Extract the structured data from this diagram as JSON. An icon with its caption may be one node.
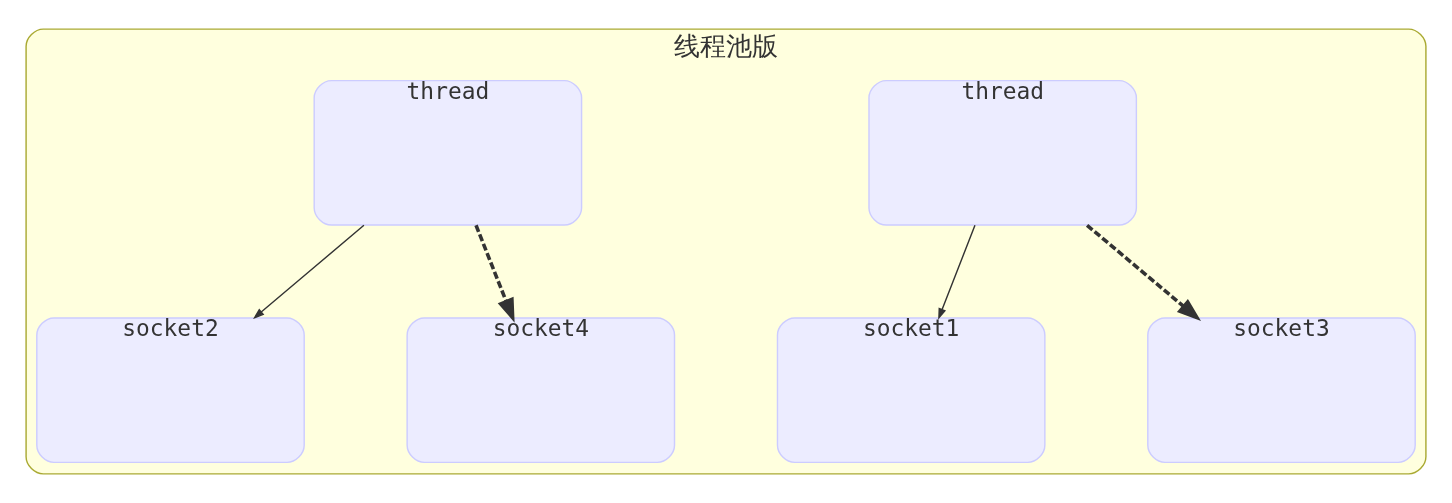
{
  "diagram": {
    "nodes": [
      {
        "text": [
          "线程池版"
        ]
      },
      {
        "text": [
          "thread"
        ],
        "in": 0
      },
      {
        "text": [
          "socket1"
        ],
        "in": 0
      },
      {
        "text": [
          "socket3"
        ],
        "in": 0
      },
      {
        "text": [
          "thread"
        ],
        "in": 0
      },
      {
        "text": [
          "socket2"
        ],
        "in": 0
      },
      {
        "text": [
          "socket4"
        ],
        "in": 0
      }
    ],
    "edges": [
      {
        "from": 1,
        "to": 2,
        "arrow": "to"
      },
      {
        "from": 1,
        "to": 3,
        "arrow": "to",
        "style": "dashed"
      },
      {
        "from": 4,
        "to": 5,
        "arrow": "to"
      },
      {
        "from": 4,
        "to": 6,
        "arrow": "to",
        "style": "dashed"
      }
    ]
  }
}
